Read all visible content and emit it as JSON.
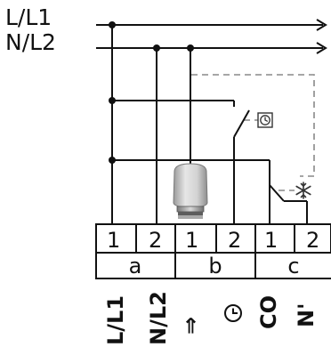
{
  "supply": {
    "line_label": "L/L1",
    "neutral_label": "N/L2"
  },
  "terminal_block": {
    "groups": [
      {
        "label": "a",
        "terminals": [
          "1",
          "2"
        ]
      },
      {
        "label": "b",
        "terminals": [
          "1",
          "2"
        ]
      },
      {
        "label": "c",
        "terminals": [
          "1",
          "2"
        ]
      }
    ]
  },
  "bottom_labels": {
    "l_label": "L/L1",
    "n_label": "N/L2",
    "actuator_symbol": "⇒",
    "clock_symbol": "clock-icon",
    "co_label": "CO",
    "n_prime_label": "N'"
  },
  "icons": {
    "timer_switch": "clock-icon",
    "frost_switch": "snowflake-icon",
    "actuator": "thermal-actuator-icon"
  },
  "colors": {
    "wire": "#111111",
    "control_line": "#888888",
    "actuator_body": "#cfcfcf"
  }
}
